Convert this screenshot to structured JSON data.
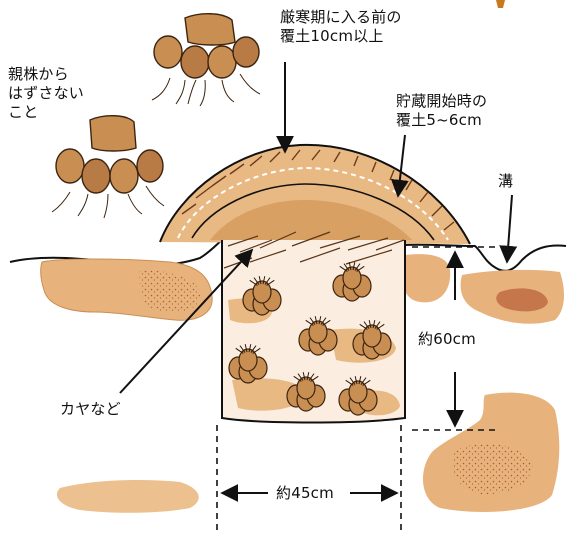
{
  "labels": {
    "parent_plant": "親株から\nはずさない\nこと",
    "deep_soil": "厳寒期に入る前の\n覆土10cm以上",
    "initial_soil": "貯蔵開始時の\n覆土5~6cm",
    "ditch": "溝",
    "straw": "カヤなど",
    "depth": "約60cm",
    "width": "約45cm"
  },
  "colors": {
    "soil": "#e7b27c",
    "soil_dark": "#b9623a",
    "tuber": "#c98f52",
    "tuber_shade": "#7a4a22",
    "straw": "#d8a062",
    "ink": "#111111"
  }
}
